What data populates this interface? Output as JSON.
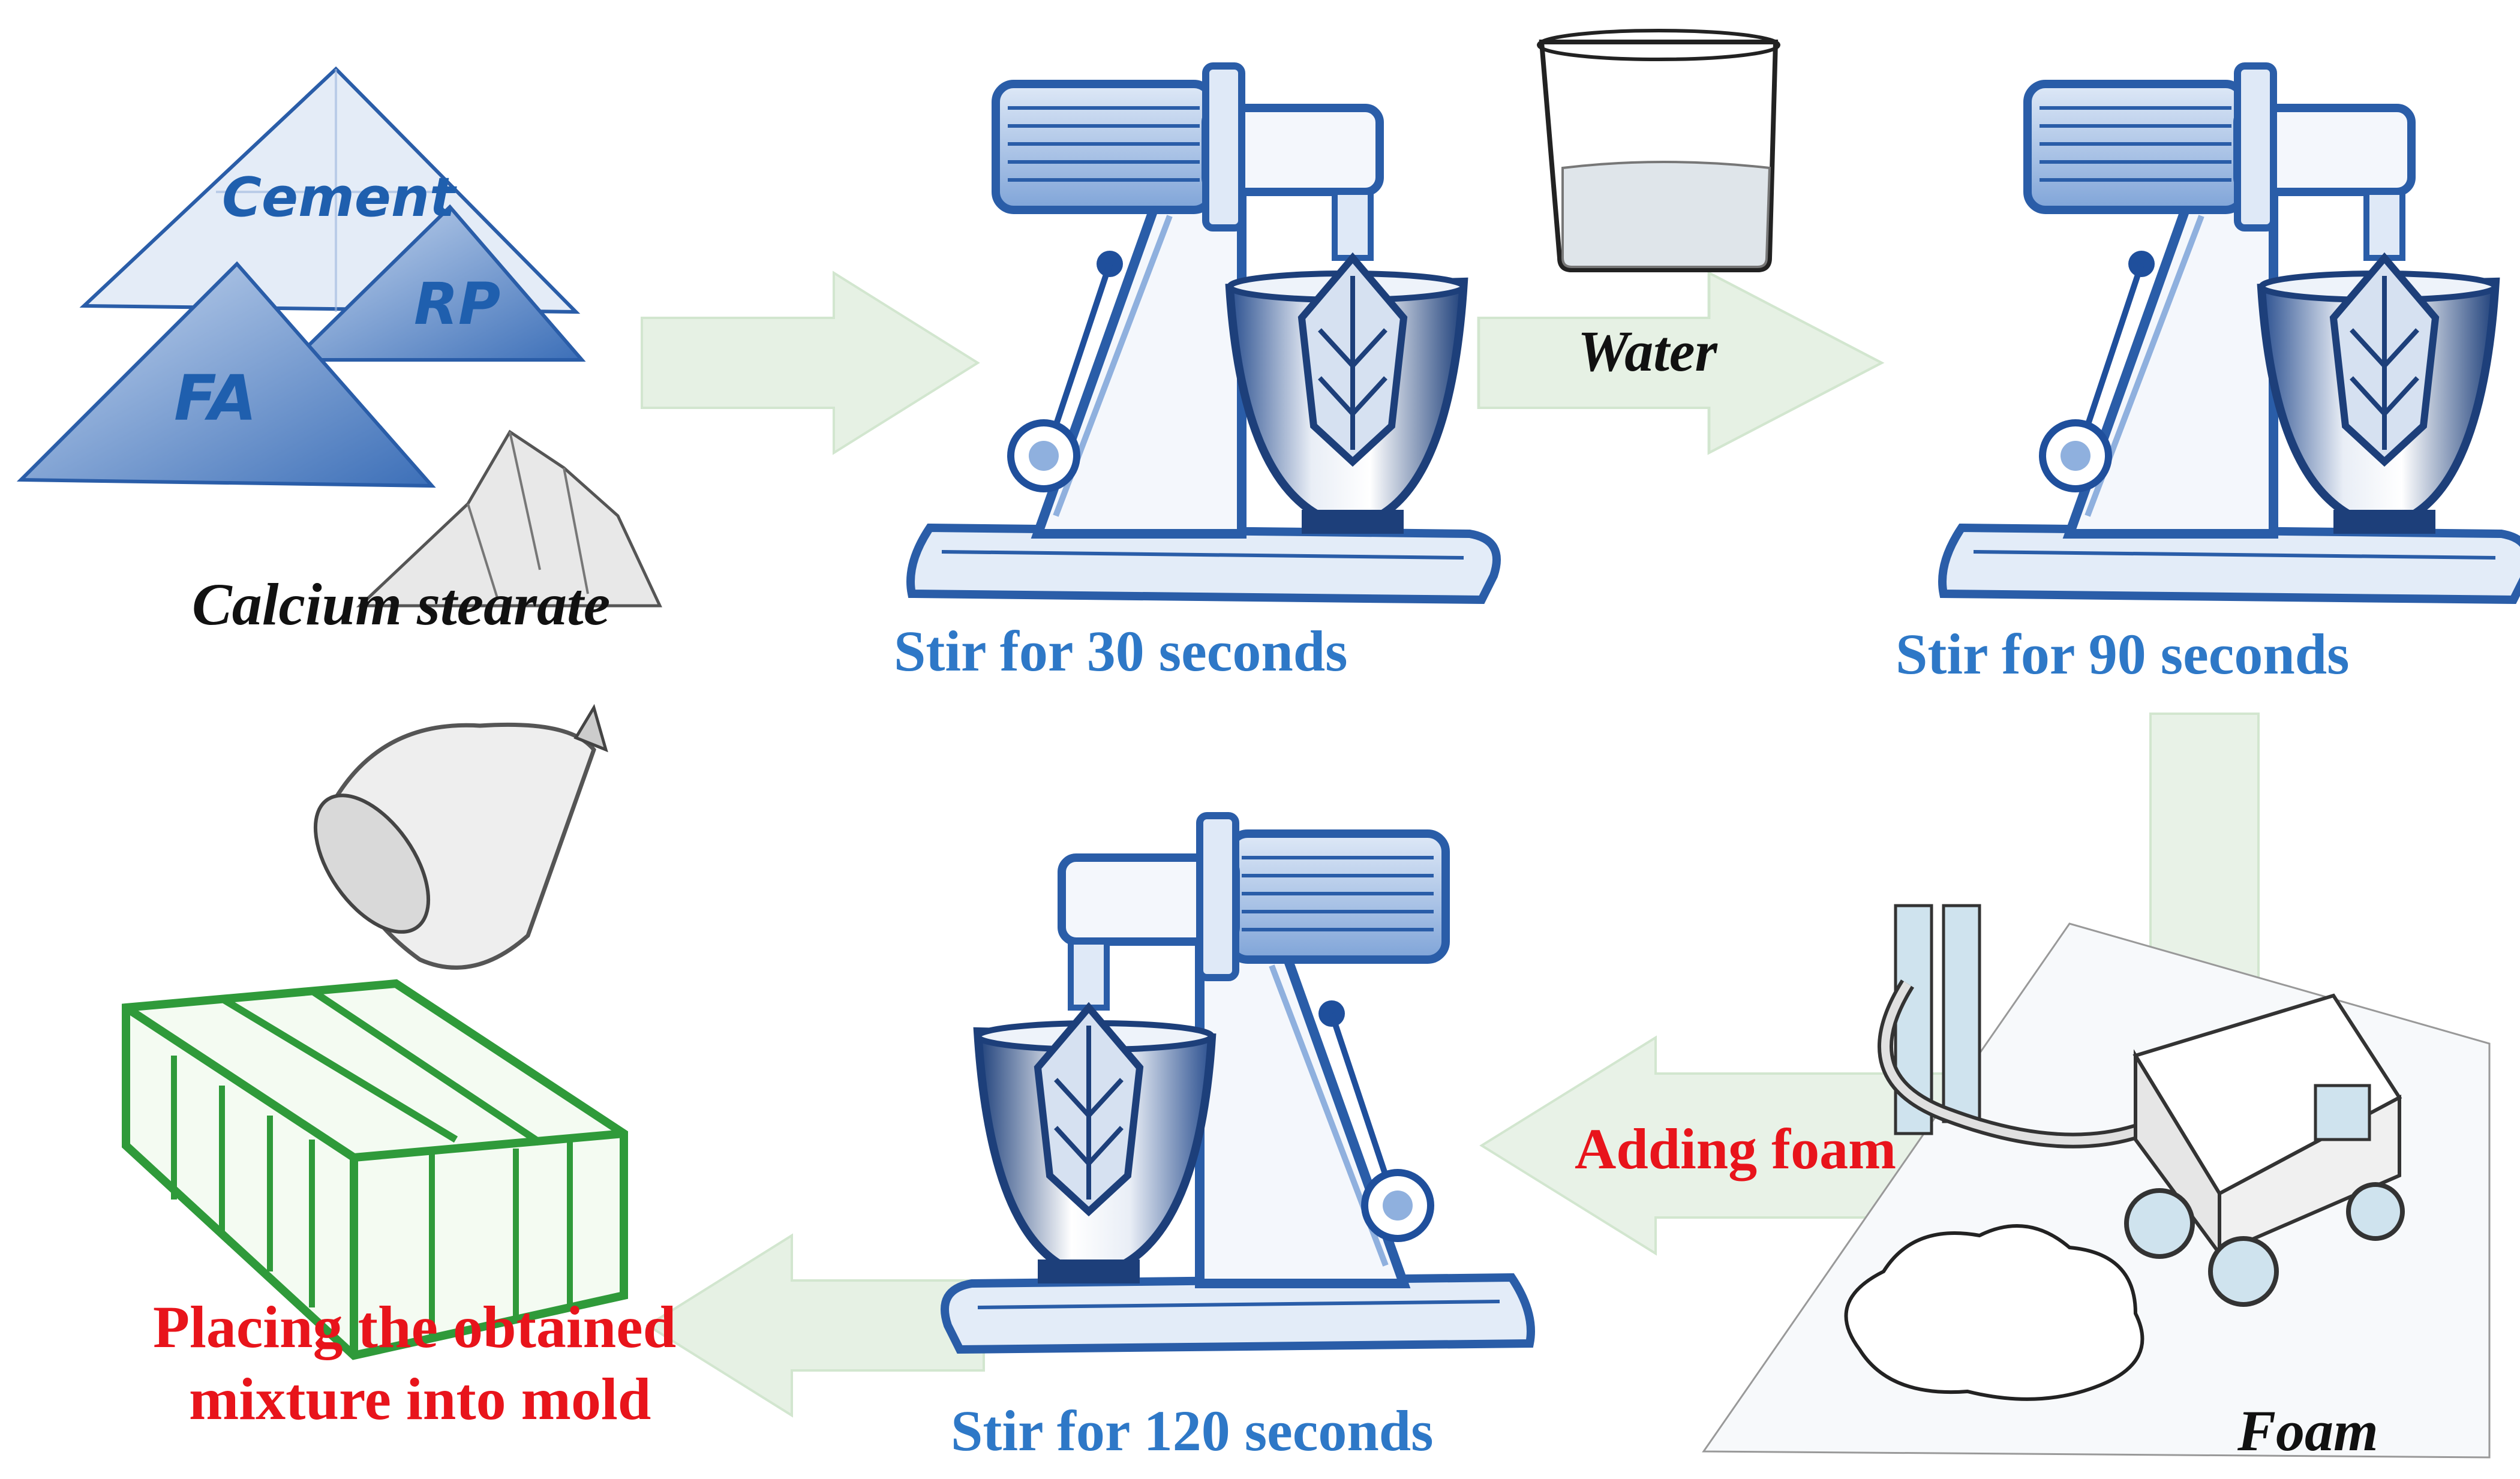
{
  "ingredients": {
    "pile_labels": [
      "Cement",
      "RP",
      "FA"
    ],
    "additive": "Calcium stearate"
  },
  "steps": {
    "stir_1": "Stir for 30 seconds",
    "stir_2": "Stir for 90 seconds",
    "stir_3": "Stir for 120 seconds"
  },
  "additions": {
    "water": "Water",
    "adding_foam": "Adding foam",
    "foam": "Foam"
  },
  "final_step": {
    "line1": "Placing the obtained",
    "line2": "mixture into mold"
  },
  "colors": {
    "arrow_fill": "#e6f1e4",
    "mixer_blue": "#2a5da8",
    "step_text": "#2e78c7",
    "action_text": "#e8141b",
    "mold_green": "#2f9a3a"
  }
}
